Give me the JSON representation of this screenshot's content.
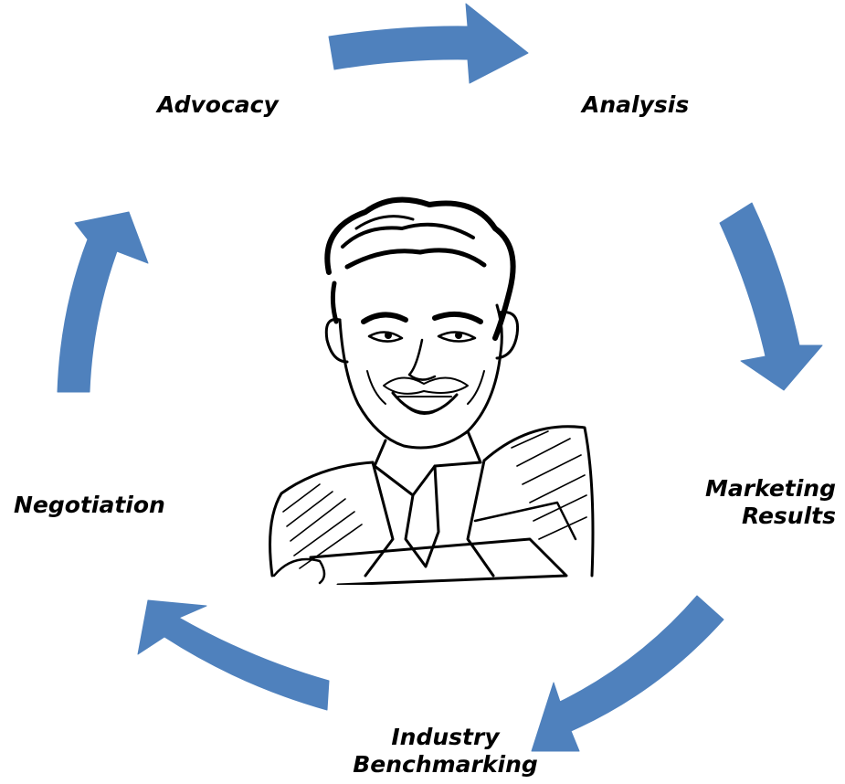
{
  "diagram": {
    "accent_color": "#4f81bd",
    "center_image_icon": "caricature-icon",
    "stages": [
      {
        "lines": [
          "Analysis"
        ]
      },
      {
        "lines": [
          "Marketing",
          "Results"
        ]
      },
      {
        "lines": [
          "Industry",
          "Benchmarking"
        ]
      },
      {
        "lines": [
          "Negotiation"
        ]
      },
      {
        "lines": [
          "Advocacy"
        ]
      }
    ]
  }
}
